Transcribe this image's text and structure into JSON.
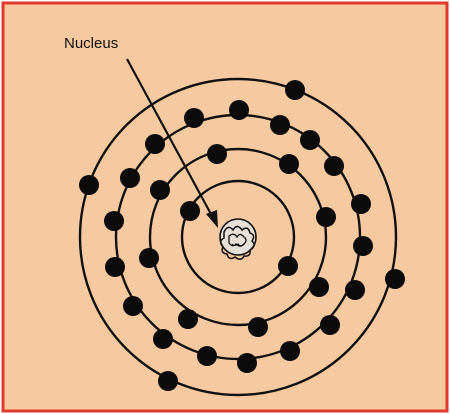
{
  "diagram": {
    "label": "Nucleus",
    "colors": {
      "background": "#f6c9a1",
      "border": "#e03a2c",
      "ink": "#111111"
    },
    "shells": [
      {
        "name": "shell-1"
      },
      {
        "name": "shell-2"
      },
      {
        "name": "shell-3"
      },
      {
        "name": "shell-4"
      }
    ]
  }
}
